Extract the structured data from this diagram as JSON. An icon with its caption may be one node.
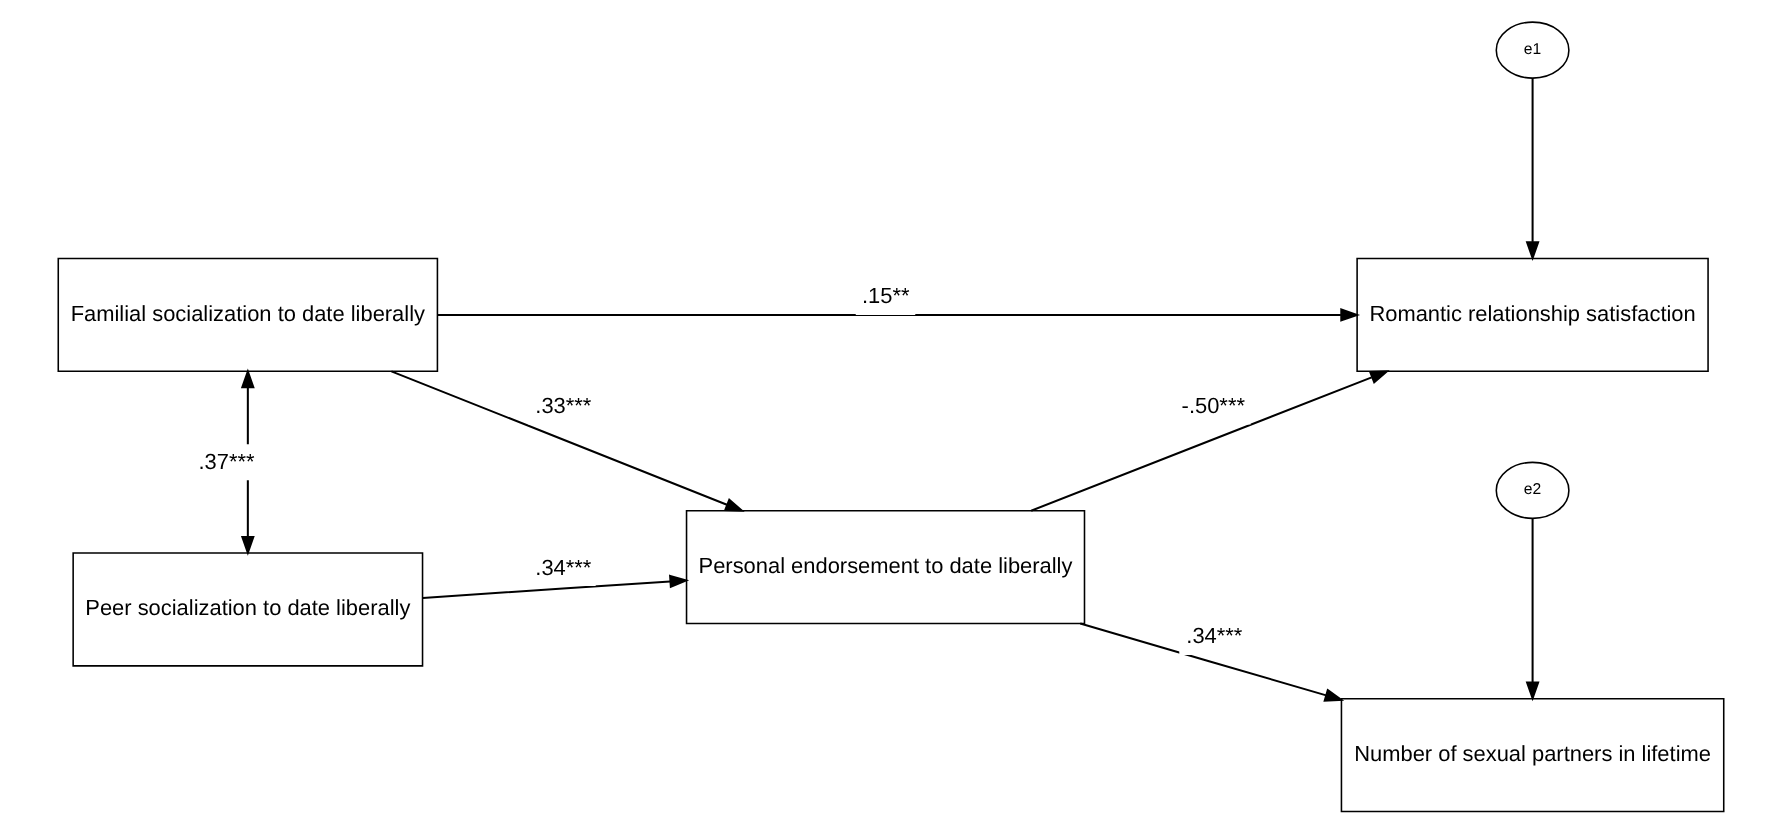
{
  "diagram": {
    "nodes": [
      {
        "text": [
          "Familial socialization to date liberally"
        ]
      },
      {
        "text": [
          "Peer socialization to date liberally"
        ]
      },
      {
        "text": [
          "Personal endorsement to date liberally"
        ]
      },
      {
        "text": [
          "Romantic relationship satisfaction"
        ]
      },
      {
        "text": [
          "Number of sexual partners in lifetime"
        ]
      },
      {
        "text": [
          "e1"
        ]
      },
      {
        "text": [
          "e2"
        ]
      }
    ],
    "edges": [
      {
        "from": 0,
        "to": 3,
        "arrow": "to",
        "label": ".15**"
      },
      {
        "from": 0,
        "to": 2,
        "arrow": "to",
        "label": ".33***"
      },
      {
        "from": 1,
        "to": 2,
        "arrow": "to",
        "label": ".34***"
      },
      {
        "from": 2,
        "to": 3,
        "arrow": "to",
        "label": "-.50***"
      },
      {
        "from": 2,
        "to": 4,
        "arrow": "to",
        "label": ".34***"
      },
      {
        "from": 0,
        "to": 1,
        "arrow": "both",
        "label": ".37***"
      },
      {
        "from": 5,
        "to": 3,
        "arrow": "to"
      },
      {
        "from": 6,
        "to": 4,
        "arrow": "to"
      }
    ]
  }
}
